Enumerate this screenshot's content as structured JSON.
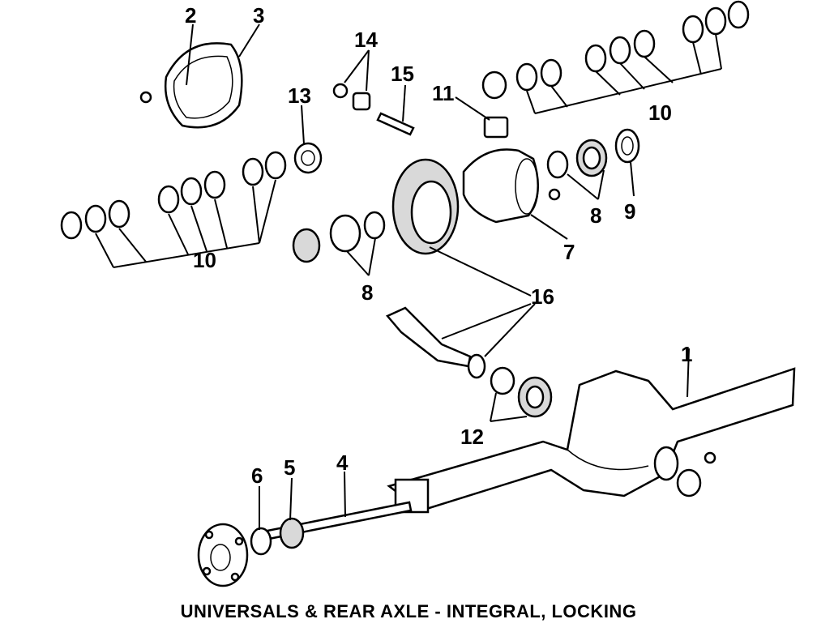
{
  "caption": "UNIVERSALS & REAR AXLE - INTEGRAL, LOCKING",
  "callouts": {
    "c1": "1",
    "c2": "2",
    "c3": "3",
    "c4": "4",
    "c5": "5",
    "c6": "6",
    "c7": "7",
    "c8a": "8",
    "c8b": "8",
    "c9": "9",
    "c10a": "10",
    "c10b": "10",
    "c11": "11",
    "c12": "12",
    "c13": "13",
    "c14": "14",
    "c15": "15",
    "c16": "16"
  }
}
